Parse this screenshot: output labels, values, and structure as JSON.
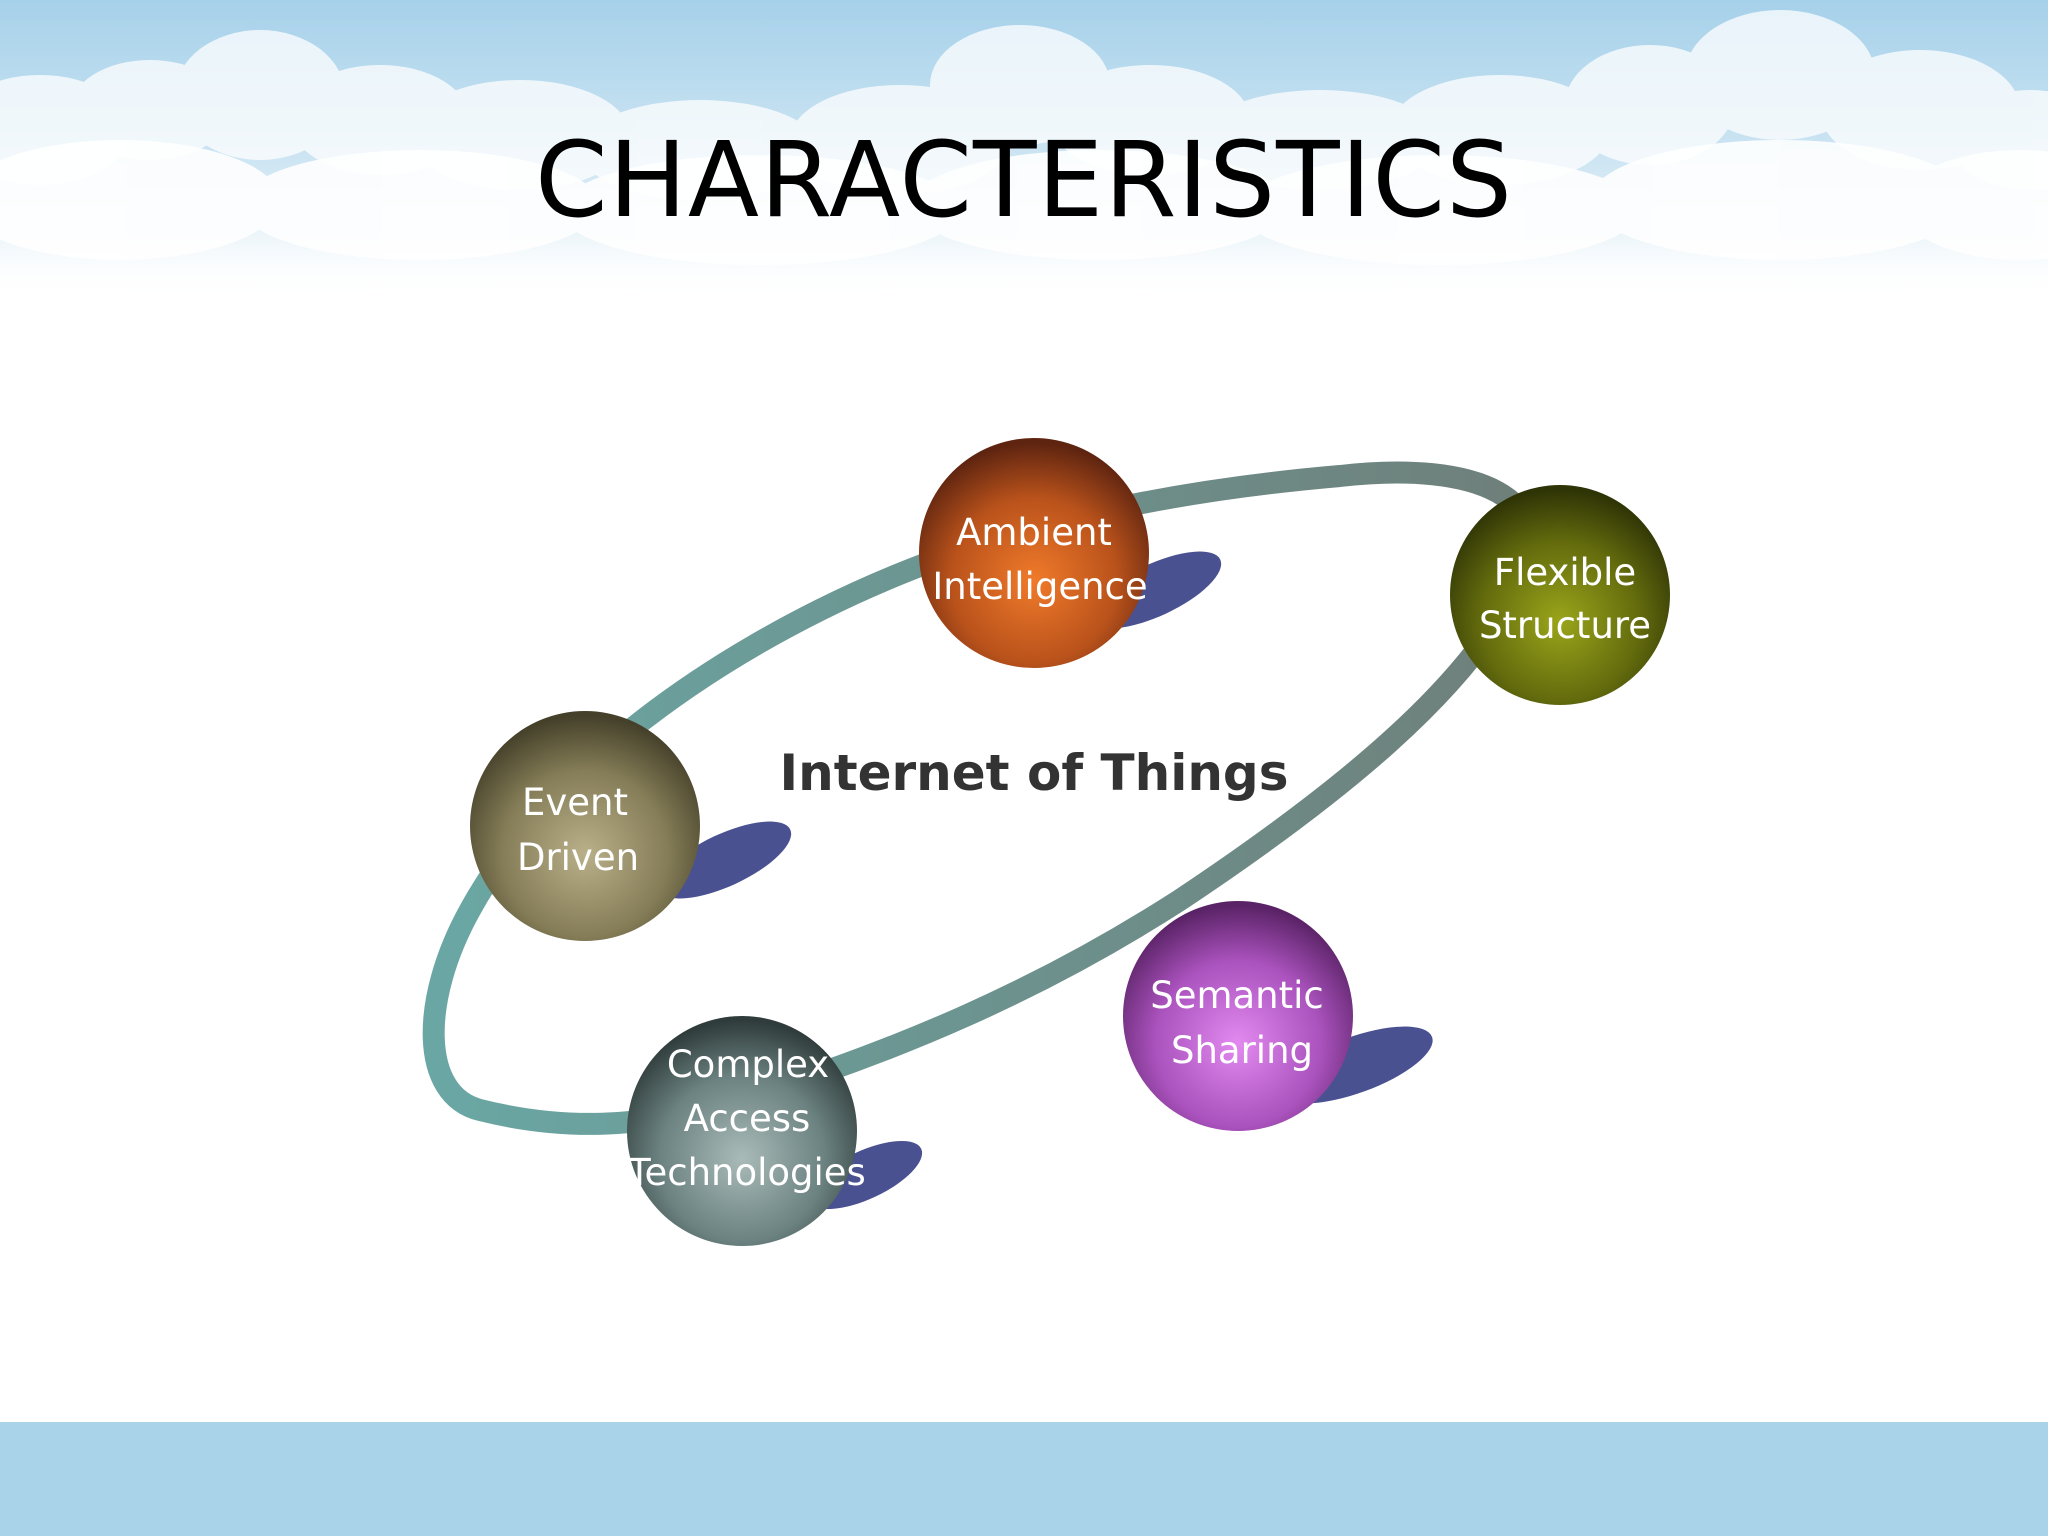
{
  "slide": {
    "title": "CHARACTERISTICS"
  },
  "diagram": {
    "center_label": "Internet of Things",
    "nodes": [
      {
        "label": [
          "Ambient",
          "Intelligence"
        ],
        "color": "#c45a1f"
      },
      {
        "label": [
          "Flexible",
          "Structure"
        ],
        "color": "#6b7410"
      },
      {
        "label": [
          "Event",
          "Driven"
        ],
        "color": "#8e865f"
      },
      {
        "label": [
          "Semantic",
          "Sharing"
        ],
        "color": "#b45ac4"
      },
      {
        "label": [
          "Complex",
          "Access",
          "Technologies"
        ],
        "color": "#6d8584"
      }
    ],
    "ring_color": "#6e8b86",
    "shadow_color": "#4a5191"
  },
  "theme": {
    "sky_color": "#a9d3e9",
    "cloud_color": "#ffffff",
    "band_color": "#a9d3e9"
  }
}
